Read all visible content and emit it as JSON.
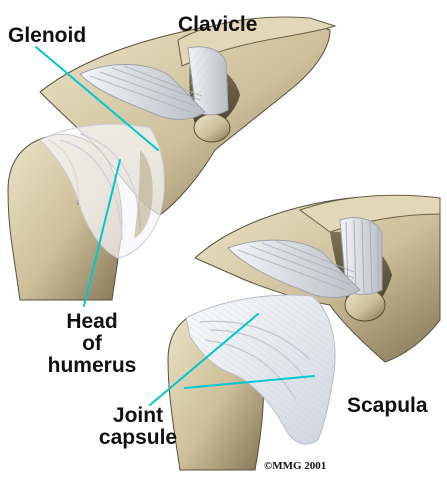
{
  "labels": {
    "glenoid": "Glenoid",
    "clavicle": "Clavicle",
    "head_of_humerus": [
      "Head",
      "of",
      "humerus"
    ],
    "joint_capsule": [
      "Joint",
      "capsule"
    ],
    "scapula": "Scapula"
  },
  "copyright": "©MMG 2001",
  "colors": {
    "bone": "#d9cfae",
    "bone_shadow": "#7d7052",
    "bone_dark": "#3d3526",
    "ligament": "#e7eaee",
    "ligament_line": "#a8adb4",
    "capsule": "#eef0f6",
    "leader_line": "#00c8d2",
    "background": "#ffffff"
  }
}
